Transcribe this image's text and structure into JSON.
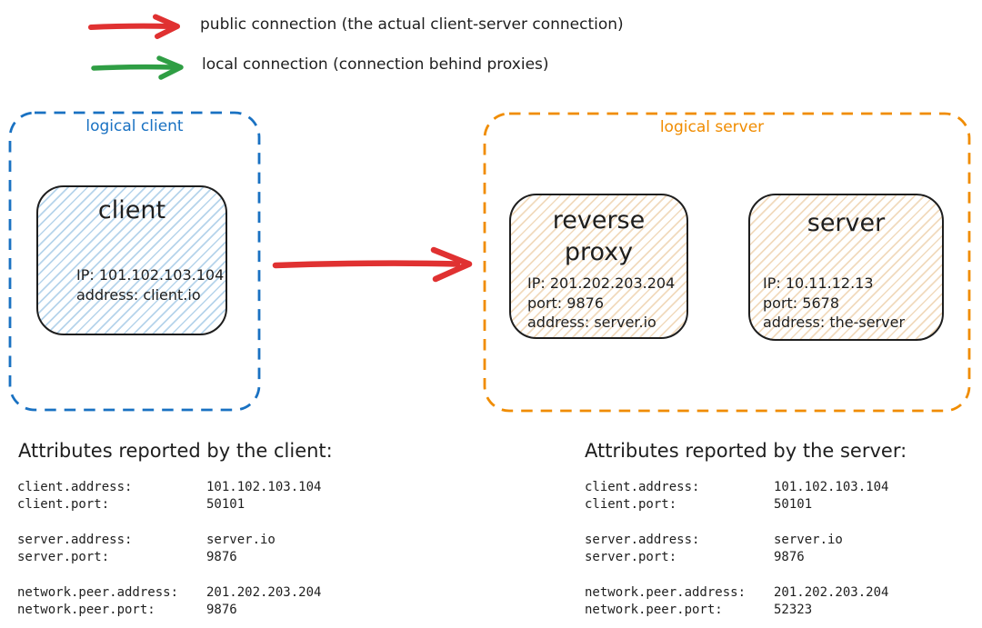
{
  "colors": {
    "red": "#e03131",
    "green": "#2f9e44",
    "blue": "#1971c2",
    "orange": "#f08c00",
    "ink": "#1e1e1e",
    "blue_fill": "#a5d8ff",
    "orange_fill": "#ffd8a8"
  },
  "legend": {
    "public_label": "public connection (the actual client-server connection)",
    "local_label": "local connection (connection behind proxies)"
  },
  "client_group": {
    "label": "logical client",
    "client_node": {
      "title": "client",
      "lines": [
        "IP: 101.102.103.104",
        "address: client.io"
      ]
    }
  },
  "server_group": {
    "label": "logical server",
    "proxy_node": {
      "title_lines": [
        "reverse",
        "proxy"
      ],
      "lines": [
        "IP: 201.202.203.204",
        "port: 9876",
        "address: server.io"
      ]
    },
    "server_node": {
      "title": "server",
      "lines": [
        "IP: 10.11.12.13",
        "port: 5678",
        "address: the-server"
      ]
    }
  },
  "client_attributes": {
    "title": "Attributes reported by the client:",
    "groups": [
      {
        "rows": [
          {
            "label": "client.address:",
            "value": "101.102.103.104"
          },
          {
            "label": "client.port:",
            "value": "50101"
          }
        ]
      },
      {
        "rows": [
          {
            "label": "server.address:",
            "value": "server.io"
          },
          {
            "label": "server.port:",
            "value": "9876"
          }
        ]
      },
      {
        "rows": [
          {
            "label": "network.peer.address:",
            "value": "201.202.203.204"
          },
          {
            "label": "network.peer.port:",
            "value": "9876"
          }
        ]
      }
    ]
  },
  "server_attributes": {
    "title": "Attributes reported by the server:",
    "groups": [
      {
        "rows": [
          {
            "label": "client.address:",
            "value": "101.102.103.104"
          },
          {
            "label": "client.port:",
            "value": "50101"
          }
        ]
      },
      {
        "rows": [
          {
            "label": "server.address:",
            "value": "server.io"
          },
          {
            "label": "server.port:",
            "value": "9876"
          }
        ]
      },
      {
        "rows": [
          {
            "label": "network.peer.address:",
            "value": "201.202.203.204"
          },
          {
            "label": "network.peer.port:",
            "value": "52323"
          }
        ]
      }
    ]
  }
}
